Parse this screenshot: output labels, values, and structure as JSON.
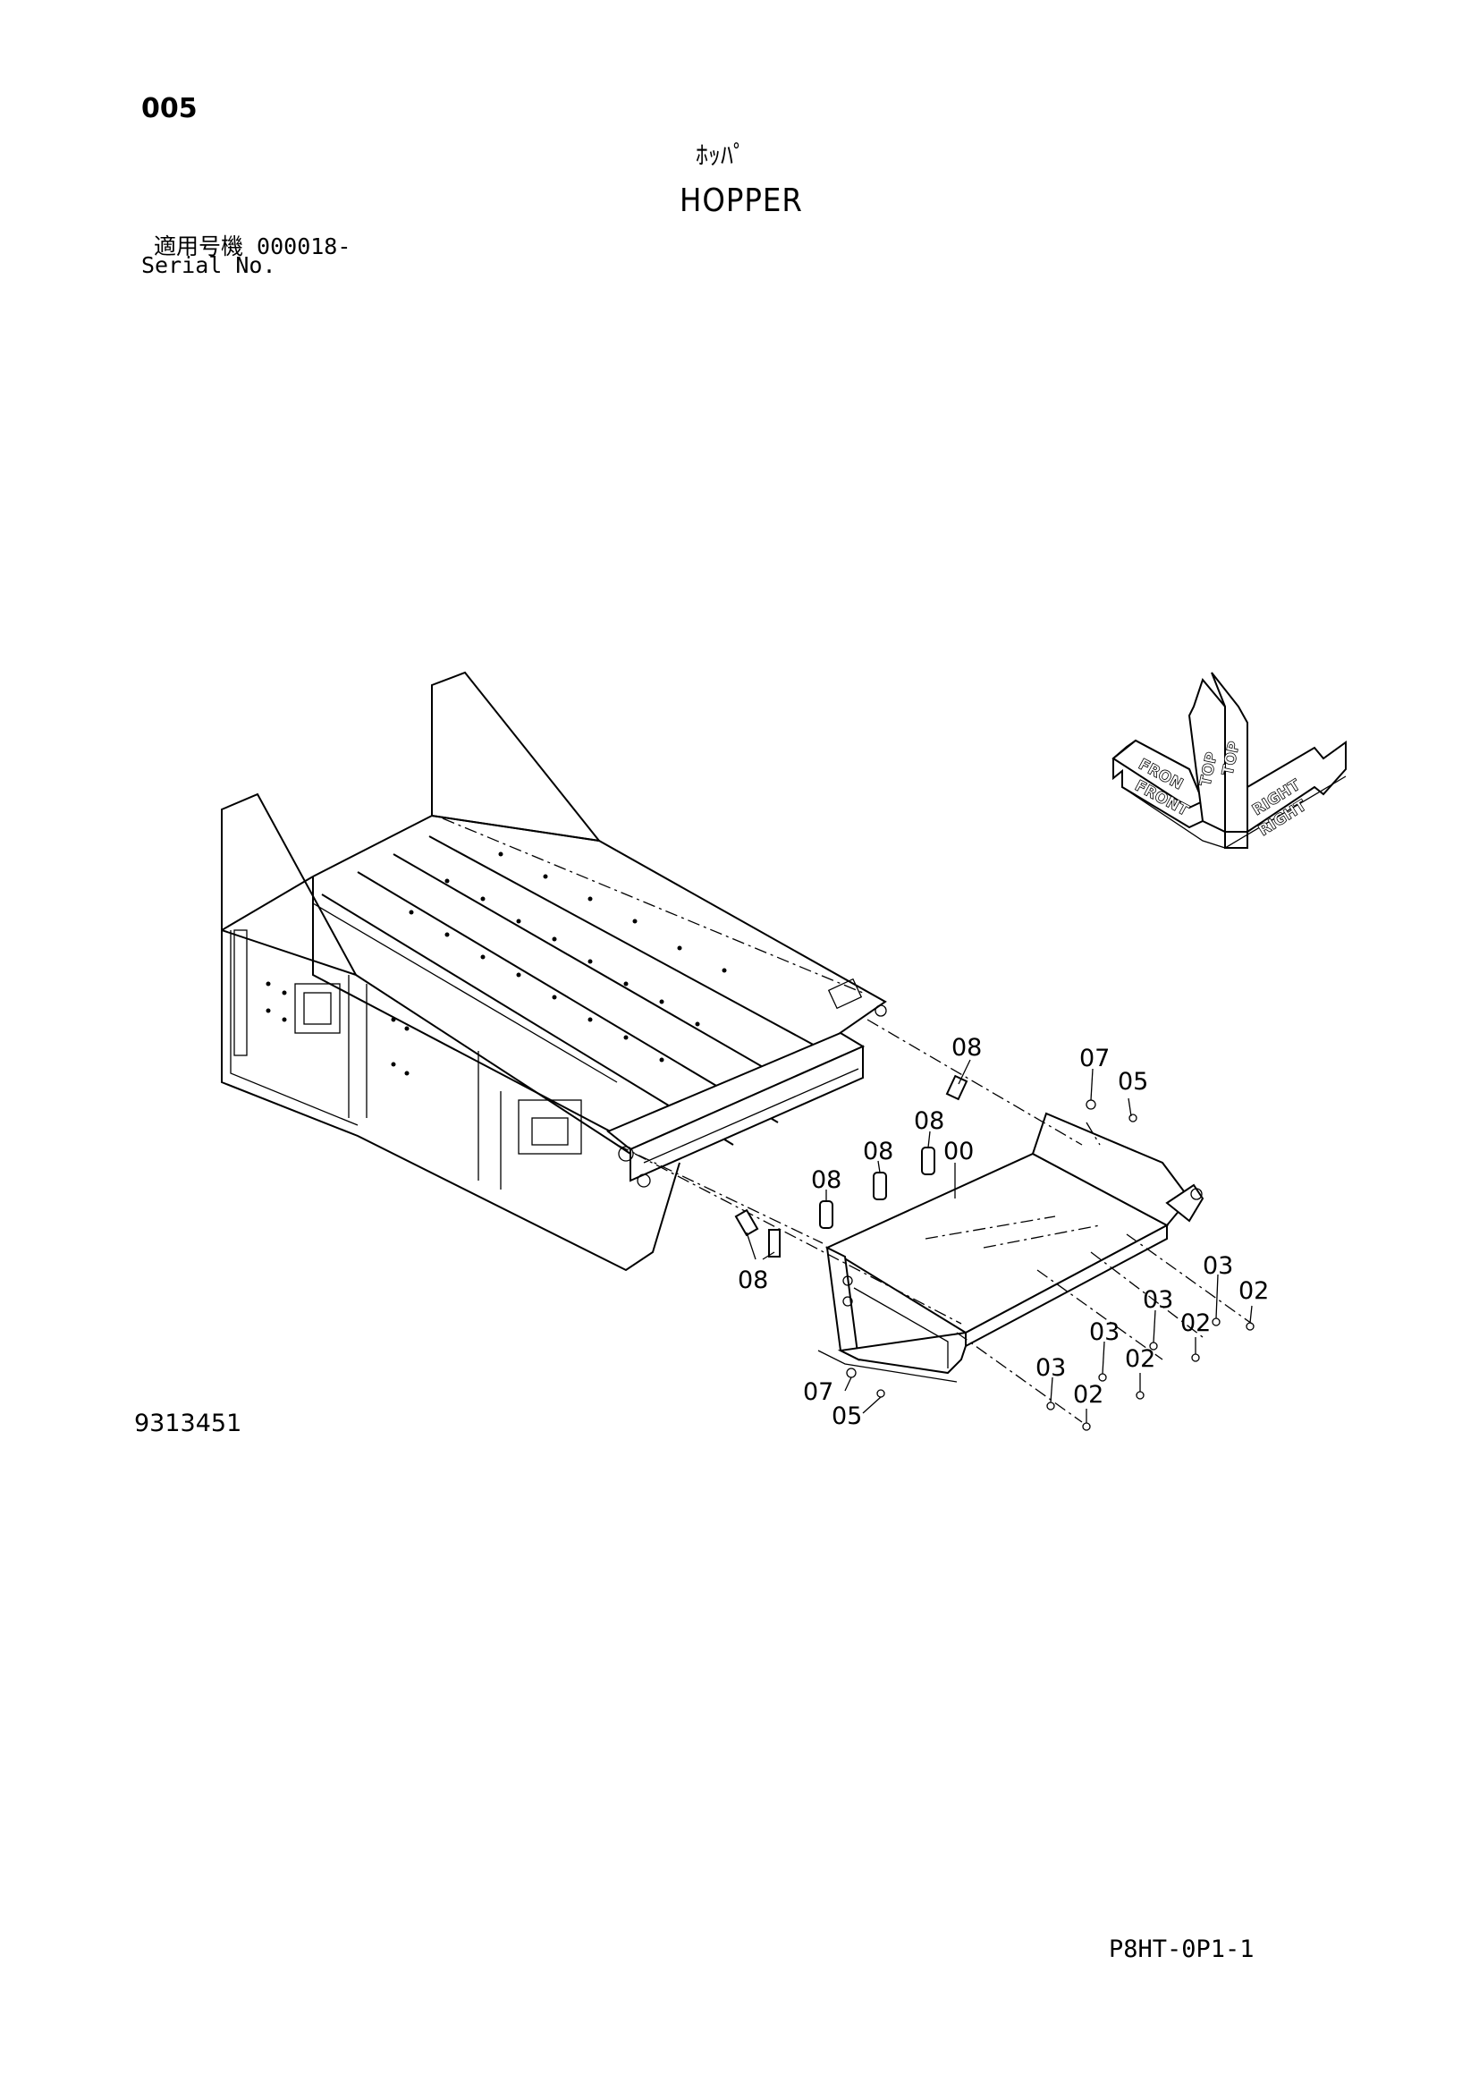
{
  "header": {
    "page_number": "005",
    "title_jp": "ﾎｯﾊﾟ",
    "title_en": "HOPPER",
    "serial_label_jp": "適用号機  000018-",
    "serial_label_en": "Serial No."
  },
  "orientation_indicator": {
    "labels": [
      "FRONT",
      "FRON",
      "TOP",
      "TOP",
      "RIGHT",
      "RIGHT"
    ]
  },
  "callouts": [
    "08",
    "07",
    "05",
    "08",
    "08",
    "00",
    "08",
    "08",
    "03",
    "02",
    "03",
    "02",
    "03",
    "02",
    "03",
    "02",
    "07",
    "05"
  ],
  "footer": {
    "drawing_number": "9313451",
    "page_code": "P8HT-0P1-1"
  }
}
